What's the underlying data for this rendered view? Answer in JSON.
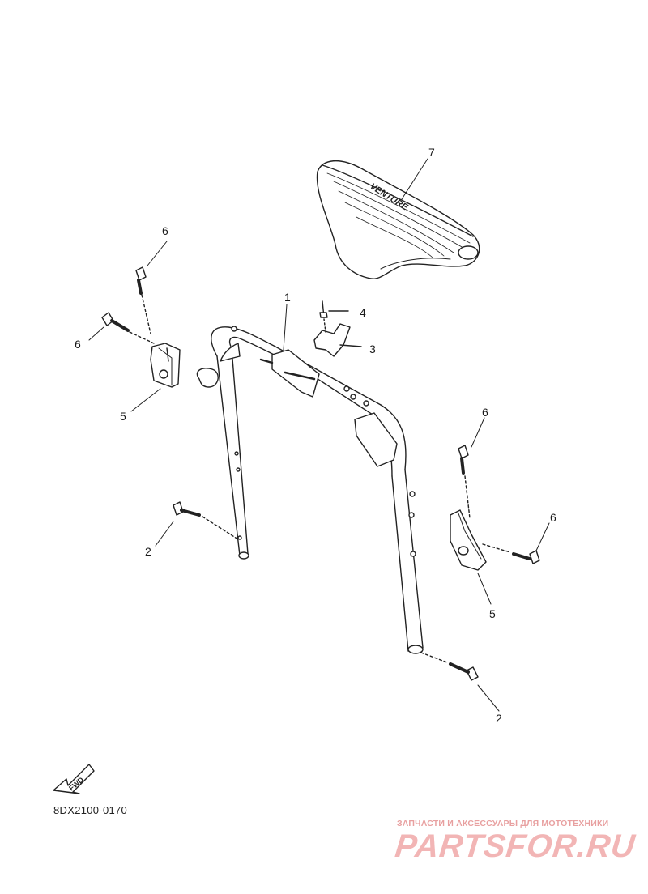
{
  "callouts": [
    {
      "id": "c1",
      "text": "1"
    },
    {
      "id": "c2a",
      "text": "2"
    },
    {
      "id": "c2b",
      "text": "2"
    },
    {
      "id": "c3",
      "text": "3"
    },
    {
      "id": "c4",
      "text": "4"
    },
    {
      "id": "c5a",
      "text": "5"
    },
    {
      "id": "c5b",
      "text": "5"
    },
    {
      "id": "c6a",
      "text": "6"
    },
    {
      "id": "c6b",
      "text": "6"
    },
    {
      "id": "c6c",
      "text": "6"
    },
    {
      "id": "c6d",
      "text": "6"
    },
    {
      "id": "c7",
      "text": "7"
    }
  ],
  "backrest_text": "VENTURE",
  "fwd_text": "FWD",
  "diagram_code": "8DX2100-0170",
  "watermark": {
    "tagline": "ЗАПЧАСТИ И АКСЕССУАРЫ ДЛЯ МОТОТЕХНИКИ",
    "logo": "PARTSFOR.RU",
    "color": "#f2b5b5"
  }
}
